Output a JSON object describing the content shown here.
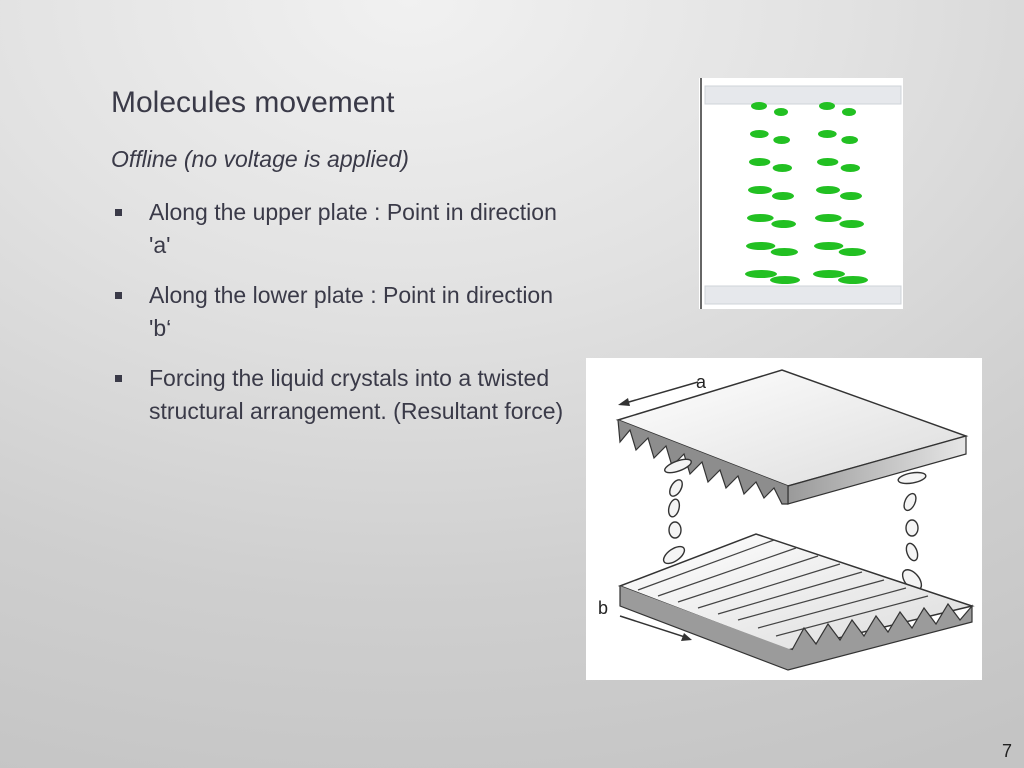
{
  "slide": {
    "title": "Molecules movement",
    "subtitle": "Offline (no voltage is applied)",
    "bullets": [
      {
        "text": "Along the upper plate :  Point in direction 'a'"
      },
      {
        "text": "Along the lower plate : Point in direction 'b‘"
      },
      {
        "text": "Forcing the liquid crystals into a twisted structural arrangement. (Resultant force)"
      }
    ],
    "page_number": "7"
  },
  "figures": {
    "top": {
      "molecule_color": "#22c022"
    },
    "bottom": {
      "label_a": "a",
      "label_b": "b"
    }
  }
}
